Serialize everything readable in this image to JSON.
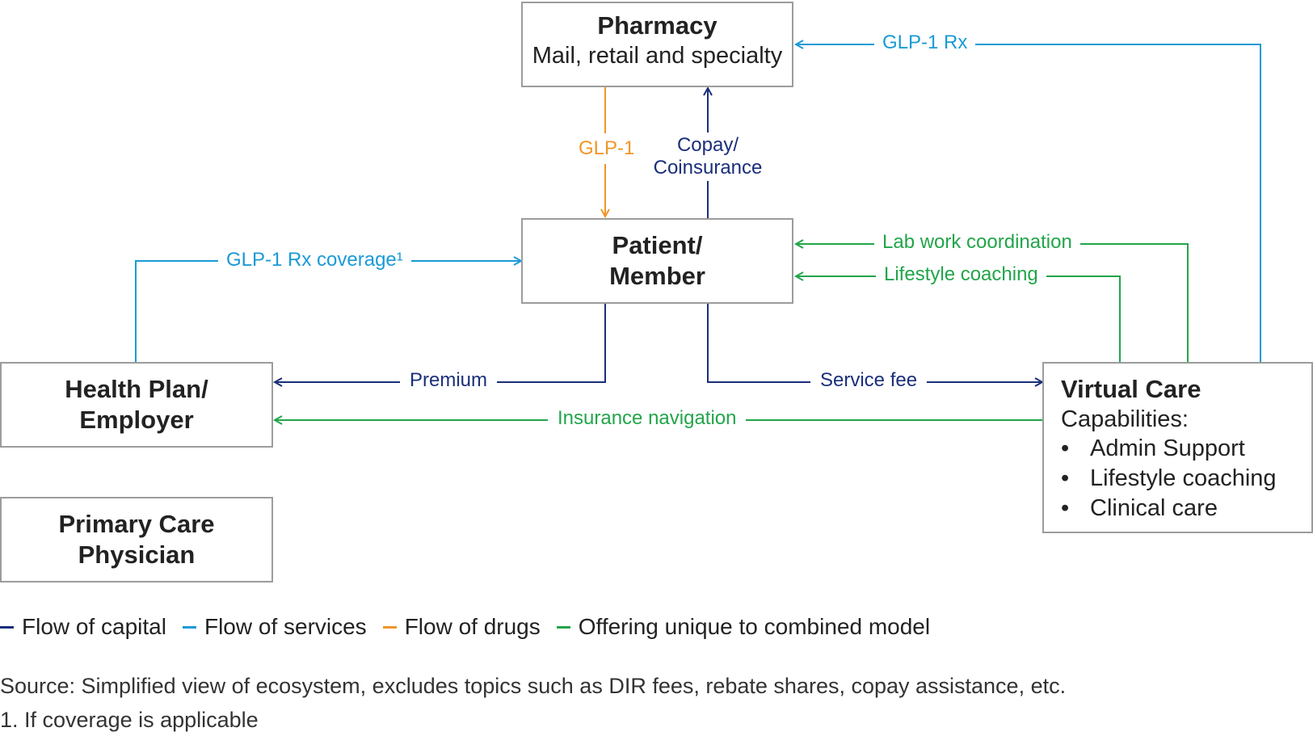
{
  "colors": {
    "capital": "#1a2f7a",
    "services": "#1a9ad6",
    "drugs": "#f0962a",
    "offering": "#22a54a",
    "box_border": "#9c9c9c"
  },
  "nodes": {
    "pharmacy": {
      "title": "Pharmacy",
      "subtitle": "Mail, retail and specialty"
    },
    "patient": {
      "line1": "Patient/",
      "line2": "Member"
    },
    "health_plan": {
      "line1": "Health Plan/",
      "line2": "Employer"
    },
    "primary_care": {
      "line1": "Primary Care",
      "line2": "Physician"
    },
    "virtual_care": {
      "title": "Virtual Care",
      "subtitle": "Capabilities:",
      "capabilities": [
        "Admin Support",
        "Lifestyle coaching",
        "Clinical care"
      ]
    }
  },
  "edges": {
    "glp1_rx": "GLP-1 Rx",
    "glp1": "GLP-1",
    "copay_line1": "Copay/",
    "copay_line2": "Coinsurance",
    "lab_work": "Lab work coordination",
    "lifestyle_coaching": "Lifestyle coaching",
    "glp1_rx_coverage": "GLP-1 Rx coverage¹",
    "premium": "Premium",
    "service_fee": "Service fee",
    "insurance_navigation": "Insurance navigation"
  },
  "legend": [
    {
      "label": "Flow of capital",
      "color": "#1a2f7a"
    },
    {
      "label": "Flow of services",
      "color": "#1a9ad6"
    },
    {
      "label": "Flow of drugs",
      "color": "#f0962a"
    },
    {
      "label": "Offering unique to combined model",
      "color": "#22a54a"
    }
  ],
  "footnotes": {
    "source": "Source: Simplified view of ecosystem, excludes topics such as DIR fees, rebate shares, copay assistance, etc.",
    "note1": "1. If coverage is applicable"
  }
}
